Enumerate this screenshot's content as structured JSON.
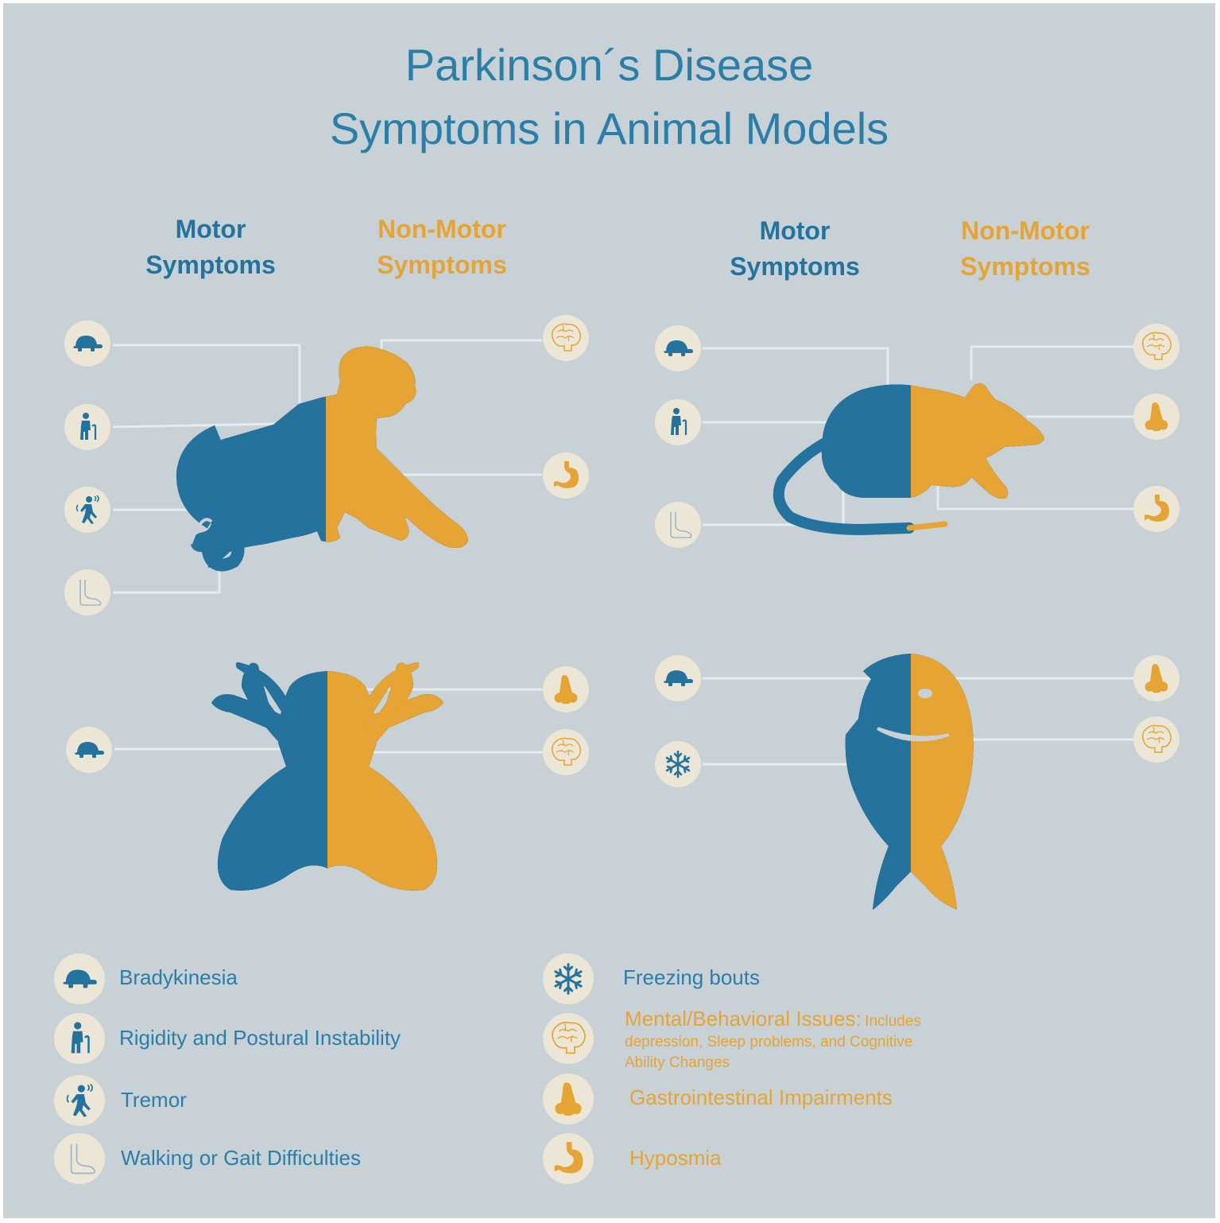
{
  "title": {
    "line1": "Parkinson´s Disease",
    "line2": "Symptoms in Animal Models"
  },
  "column_headers": {
    "left_motor_1": "Motor",
    "left_motor_2": "Symptoms",
    "left_nonmotor_1": "Non-Motor",
    "left_nonmotor_2": "Symptoms",
    "right_motor_1": "Motor",
    "right_motor_2": "Symptoms",
    "right_nonmotor_1": "Non-Motor",
    "right_nonmotor_2": "Symptoms"
  },
  "colors": {
    "background": "#c8d1d6",
    "motor": "#24739e",
    "nonmotor": "#e5a434",
    "icon_circle": "#ece6d6",
    "connector": "#e6ebee"
  },
  "models": [
    {
      "animal": "monkey-icon",
      "motor_icons": [
        "turtle-icon",
        "walker-cane-icon",
        "tremor-icon",
        "foot-icon"
      ],
      "nonmotor_icons": [
        "brain-icon",
        "stomach-icon"
      ]
    },
    {
      "animal": "rat-icon",
      "motor_icons": [
        "turtle-icon",
        "walker-cane-icon",
        "foot-icon"
      ],
      "nonmotor_icons": [
        "brain-icon",
        "nose-icon",
        "stomach-icon"
      ]
    },
    {
      "animal": "fly-icon",
      "motor_icons": [
        "turtle-icon"
      ],
      "nonmotor_icons": [
        "nose-icon",
        "brain-icon"
      ]
    },
    {
      "animal": "fish-icon",
      "motor_icons": [
        "turtle-icon",
        "snowflake-icon"
      ],
      "nonmotor_icons": [
        "nose-icon",
        "brain-icon"
      ]
    }
  ],
  "legend": {
    "bradykinesia": "Bradykinesia",
    "rigidity": "Rigidity and Postural Instability",
    "tremor": "Tremor",
    "walking": "Walking or Gait Difficulties",
    "freezing": "Freezing bouts",
    "mental_label": "Mental/Behavioral Issues:",
    "mental_desc_1": "Includes",
    "mental_desc_2": "depression, Sleep problems, and Cognitive",
    "mental_desc_3": "Ability Changes",
    "gastro": "Gastrointestinal Impairments",
    "hyposmia": "Hyposmia"
  }
}
